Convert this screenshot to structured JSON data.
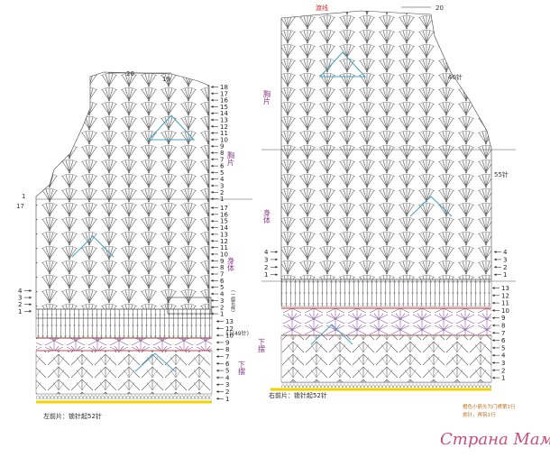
{
  "left_panel": {
    "caption": "左前片：锁针起52针",
    "top_stitch_20": "20",
    "top_stitch_19": "19",
    "label_chest": "胸片",
    "label_body": "身体",
    "label_hem": "下摆",
    "label_side": "(一组花样)",
    "marker_1": "1",
    "marker_17": "17",
    "row_label": "11(49针)",
    "chest_rows": [
      "18",
      "17",
      "16",
      "15",
      "14",
      "13",
      "12",
      "11",
      "10",
      "9",
      "8",
      "7",
      "6",
      "5",
      "4",
      "3",
      "2",
      "1"
    ],
    "body_rows": [
      "17",
      "16",
      "15",
      "14",
      "13",
      "12",
      "11",
      "10",
      "9",
      "8",
      "7",
      "6",
      "5",
      "4",
      "3",
      "2",
      "1"
    ],
    "body_left_rows": [
      "4",
      "3",
      "2",
      "1"
    ],
    "hem_rows": [
      "13",
      "12",
      "10",
      "9",
      "8",
      "7",
      "6",
      "5",
      "4",
      "3",
      "2",
      "1"
    ]
  },
  "right_panel": {
    "caption": "右前片：锁针起52针",
    "top_label": "渡线",
    "top_stitch": "20",
    "stitch_40": "40针",
    "stitch_55": "55针",
    "label_chest": "胸片",
    "label_body": "身体",
    "label_hem": "下摆",
    "body_right_rows": [
      "4",
      "3",
      "2",
      "1"
    ],
    "body_left_rows": [
      "4",
      "3",
      "2",
      "1"
    ],
    "hem_rows": [
      "13",
      "12",
      "11",
      "10",
      "9",
      "8",
      "7",
      "6",
      "5",
      "4",
      "3",
      "2",
      "1"
    ],
    "note_line1": "橙色小箭头为门襟第1行",
    "note_line2": "挑针，再钩1行"
  },
  "watermark": "Страна Мам",
  "colors": {
    "ink": "#333333",
    "blue": "#4aa0c0",
    "red": "#c03030",
    "yellow": "#f0d000",
    "purple": "#8a5a9a",
    "orange": "#e08a20"
  }
}
